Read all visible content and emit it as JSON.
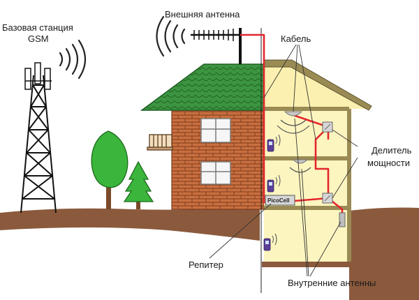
{
  "labels": {
    "base_station_line1": "Базовая станция",
    "base_station_line2": "GSM",
    "external_antenna": "Внешняя антенна",
    "cable": "Кабель",
    "splitter_line1": "Делитель",
    "splitter_line2": "мощности",
    "repeater": "Репитер",
    "internal_antennas": "Внутренние антенны"
  },
  "device": {
    "repeater_name": "PicoCell"
  },
  "colors": {
    "ground": "#8b5a3c",
    "brick": "#c96f3f",
    "brick_mortar": "#7a3b1c",
    "roof": "#3c9440",
    "interior": "#fdf5c0",
    "wall_frame": "#9a8b55",
    "cable": "#e3262e",
    "tree": "#3bb53b",
    "trunk": "#7a4a2a",
    "phone": "#5b3f9a"
  },
  "icons": [
    "tower-icon",
    "signal-wave-icon",
    "yagi-antenna-icon",
    "mobile-phone-icon",
    "splitter-icon",
    "ceiling-antenna-icon",
    "wall-antenna-icon",
    "tree-icon"
  ]
}
